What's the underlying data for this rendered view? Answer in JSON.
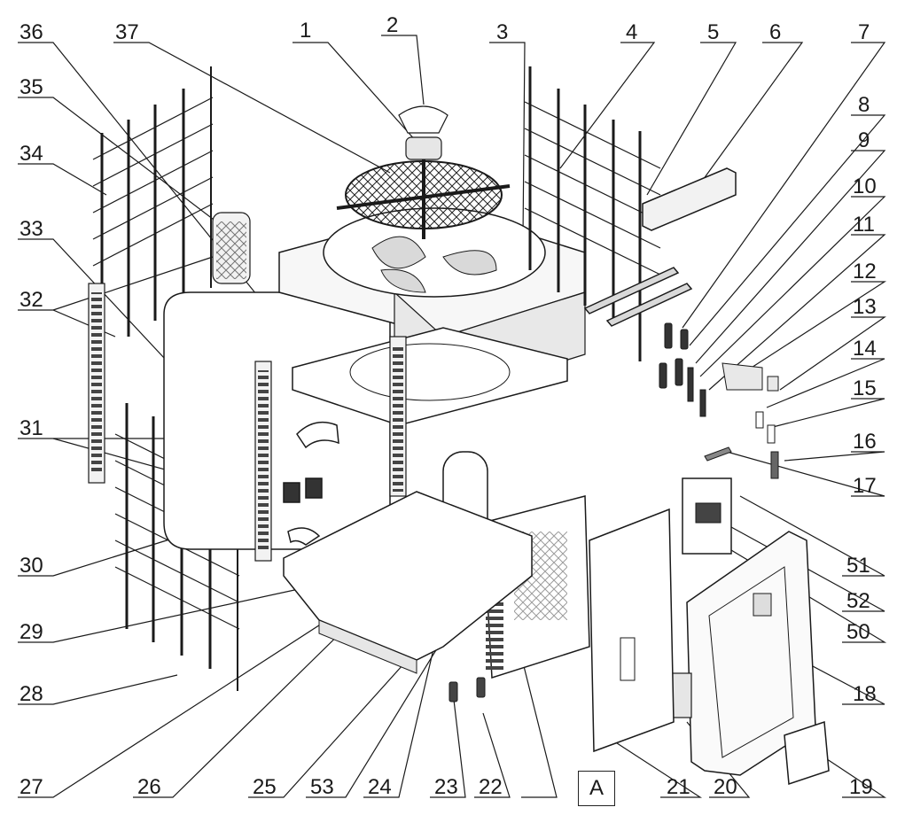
{
  "callouts": [
    "1",
    "2",
    "3",
    "4",
    "5",
    "6",
    "7",
    "8",
    "9",
    "10",
    "11",
    "12",
    "13",
    "14",
    "15",
    "16",
    "17",
    "18",
    "19",
    "20",
    "21",
    "22",
    "23",
    "24",
    "25",
    "26",
    "27",
    "28",
    "29",
    "30",
    "31",
    "32",
    "33",
    "34",
    "35",
    "36",
    "37",
    "50",
    "51",
    "52",
    "53"
  ],
  "reference_box": "A",
  "colors": {
    "line": "#1a1a1a",
    "fill_light": "#f2f2f2",
    "fill_mid": "#d9d9d9",
    "fill_dark": "#333333"
  }
}
